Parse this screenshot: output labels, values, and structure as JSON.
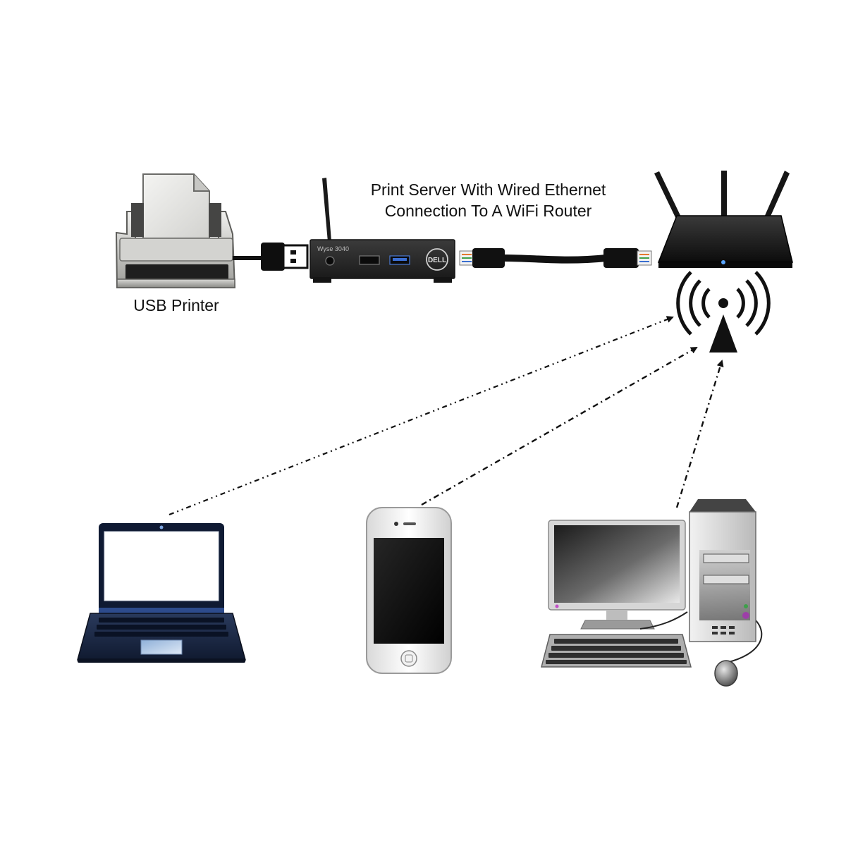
{
  "diagram": {
    "title_line_1": "Print Server With Wired Ethernet",
    "title_line_2": "Connection To A WiFi Router",
    "printer_label": "USB Printer",
    "print_server_model": "Wyse 3040",
    "print_server_brand": "DELL",
    "nodes": [
      {
        "id": "printer",
        "icon": "printer-icon"
      },
      {
        "id": "print-server",
        "icon": "thin-client-icon"
      },
      {
        "id": "router",
        "icon": "wifi-router-icon"
      },
      {
        "id": "wifi-signal",
        "icon": "wifi-antenna-icon"
      },
      {
        "id": "laptop",
        "icon": "laptop-icon"
      },
      {
        "id": "smartphone",
        "icon": "smartphone-icon"
      },
      {
        "id": "desktop",
        "icon": "desktop-computer-icon"
      }
    ],
    "connections": [
      {
        "from": "printer",
        "to": "print-server",
        "type": "usb-cable"
      },
      {
        "from": "print-server",
        "to": "router",
        "type": "ethernet-cable"
      },
      {
        "from": "laptop",
        "to": "wifi-signal",
        "type": "wireless"
      },
      {
        "from": "smartphone",
        "to": "wifi-signal",
        "type": "wireless"
      },
      {
        "from": "desktop",
        "to": "wifi-signal",
        "type": "wireless"
      }
    ],
    "colors": {
      "cable": "#111111",
      "device_dark": "#2b2b2b",
      "laptop_blue": "#1c2b4a",
      "screen_white": "#ffffff"
    }
  }
}
